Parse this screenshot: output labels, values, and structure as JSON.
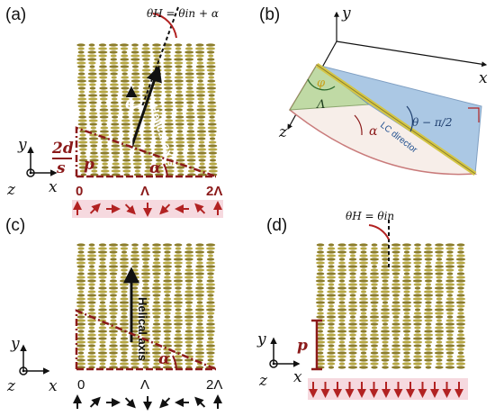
{
  "panels": {
    "a": {
      "label": "(a)",
      "theta_eq": "θH = θin + α",
      "helical_axis": "Helical axis",
      "alpha": "α",
      "p": "p",
      "two_d": "2d",
      "s": "s",
      "ticks": [
        "0",
        "Λ",
        "2Λ"
      ],
      "axes": {
        "y": "y",
        "x": "x",
        "z": "z"
      }
    },
    "b": {
      "label": "(b)",
      "axes": {
        "y": "y",
        "x": "x",
        "z": "z"
      },
      "phi": "φ",
      "lambda": "Λ",
      "alpha": "α",
      "theta_minus": "θ − π/2",
      "lc_director": "LC director"
    },
    "c": {
      "label": "(c)",
      "helical_axis": "Helical axis",
      "alpha": "α",
      "ticks": [
        "0",
        "Λ",
        "2Λ"
      ],
      "axes": {
        "y": "y",
        "x": "x",
        "z": "z"
      }
    },
    "d": {
      "label": "(d)",
      "theta_eq": "θH = θin",
      "p": "p",
      "axes": {
        "y": "y",
        "x": "x",
        "z": "z"
      }
    }
  },
  "colors": {
    "lc_fill": "#b5a642",
    "lc_dark": "#8c7d2a",
    "red_arrow": "#b22222",
    "dash_red": "#8b1a1a",
    "pink_band": "#f6d9df",
    "arrow_blue_fill": "#9fc3e6"
  }
}
